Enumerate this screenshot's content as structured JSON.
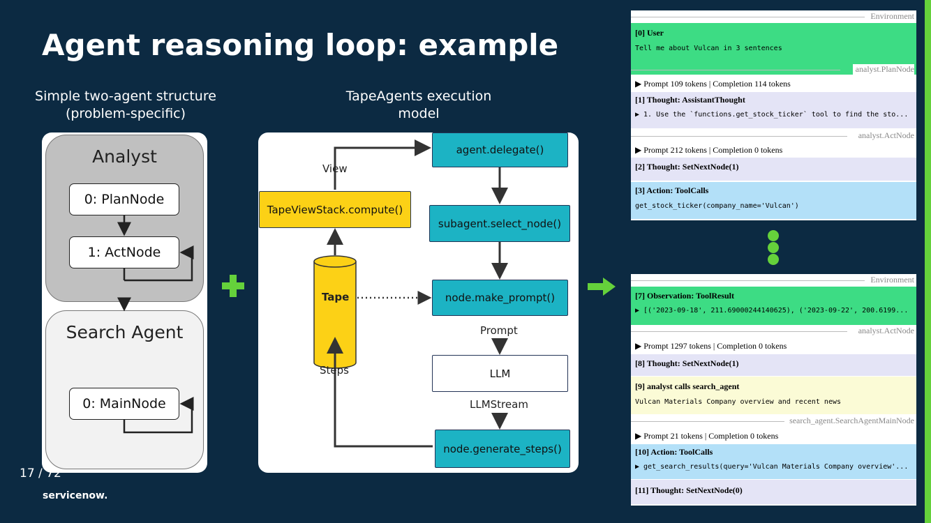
{
  "slide": {
    "title": "Agent reasoning loop: example",
    "page_number": "17 / 72",
    "logo": "servicenow."
  },
  "left": {
    "subtitle": "Simple two-agent structure (problem-specific)",
    "analyst_label": "Analyst",
    "plan_node": "0: PlanNode",
    "act_node": "1: ActNode",
    "search_label": "Search Agent",
    "main_node": "0: MainNode"
  },
  "middle": {
    "subtitle": "TapeAgents execution model",
    "delegate": "agent.delegate()",
    "select_node": "subagent.select_node()",
    "make_prompt": "node.make_prompt()",
    "llm": "LLM",
    "generate_steps": "node.generate_steps()",
    "view_compute": "TapeViewStack.compute()",
    "tape": "Tape",
    "label_view": "View",
    "label_steps": "Steps",
    "label_prompt": "Prompt",
    "label_llmstream": "LLMStream"
  },
  "icons": {
    "plus": "plus-icon",
    "arrow": "right-arrow-icon",
    "ellipsis": "vertical-ellipsis-icon"
  },
  "colors": {
    "background": "#0c2a42",
    "teal_box": "#1cb3c4",
    "yellow_box": "#fcd116",
    "accent_green": "#65d13b",
    "user_row": "#3ddc84",
    "thought_row": "#e4e4f6",
    "action_row": "#b3e0f8",
    "call_row": "#fbfbd6"
  },
  "log_top": {
    "sep_environment": "Environment",
    "user_header": "[0] User",
    "user_text": "Tell me about Vulcan in 3 sentences",
    "sep_plannode": "analyst.PlanNode",
    "prompt1": "▶ Prompt 109 tokens | Completion 114 tokens",
    "thought1_header": "[1] Thought: AssistantThought",
    "thought1_text": "▶ 1. Use the `functions.get_stock_ticker` tool to find the sto...",
    "sep_actnode": "analyst.ActNode",
    "prompt2": "▶ Prompt 212 tokens | Completion 0 tokens",
    "thought2_header": "[2] Thought: SetNextNode(1)",
    "action3_header": "[3] Action: ToolCalls",
    "action3_text": "get_stock_ticker(company_name='Vulcan')"
  },
  "log_bottom": {
    "sep_environment": "Environment",
    "obs_header": "[7] Observation: ToolResult",
    "obs_text": "▶ [('2023-09-18', 211.69000244140625), ('2023-09-22', 200.6199...",
    "sep_actnode": "analyst.ActNode",
    "prompt1": "▶ Prompt 1297 tokens | Completion 0 tokens",
    "thought8_header": "[8] Thought: SetNextNode(1)",
    "call9_header": "[9] analyst calls search_agent",
    "call9_text": "Vulcan Materials Company overview and recent news",
    "sep_search": "search_agent.SearchAgentMainNode",
    "prompt2": "▶ Prompt 21 tokens | Completion 0 tokens",
    "action10_header": "[10] Action: ToolCalls",
    "action10_text": "▶ get_search_results(query='Vulcan Materials Company overview'...",
    "thought11_header": "[11] Thought: SetNextNode(0)"
  }
}
